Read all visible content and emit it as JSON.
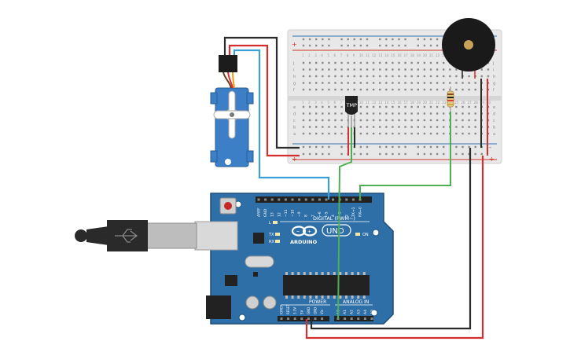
{
  "labels": {
    "sensor": "TMP",
    "board_brand": "ARDUINO",
    "board_model": "UNO",
    "digital_header": "DIGITAL (PWM~)",
    "power_header": "POWER",
    "analog_header": "ANALOG IN",
    "on_led": "ON",
    "l_led": "L",
    "tx_led": "TX",
    "rx_led": "RX",
    "digital_pins": [
      "AREF",
      "GND",
      "13",
      "12",
      "~11",
      "~10",
      "~9",
      "8",
      "7",
      "~6",
      "~5",
      "4",
      "~3",
      "2",
      "TX→1",
      "RX←0"
    ],
    "power_pins": [
      "IOREF",
      "RESET",
      "3.3V",
      "5V",
      "GND",
      "GND",
      "Vin"
    ],
    "analog_pins": [
      "A0",
      "A1",
      "A2",
      "A3",
      "A4",
      "A5"
    ],
    "bb_rows_top": [
      "j",
      "i",
      "h",
      "g",
      "f"
    ],
    "bb_rows_bottom": [
      "e",
      "d",
      "c",
      "b",
      "a"
    ],
    "bb_cols": [
      "1",
      "2",
      "3",
      "4",
      "5",
      "6",
      "7",
      "8",
      "9",
      "10",
      "11",
      "12",
      "13",
      "14",
      "15",
      "16",
      "17",
      "18",
      "19",
      "20",
      "21",
      "22",
      "23",
      "24",
      "25",
      "26",
      "27",
      "28",
      "29",
      "30"
    ],
    "rail_plus": "+",
    "rail_minus": "-"
  },
  "colors": {
    "board": "#2f6fa8",
    "board_edge": "#1f4f7e",
    "breadboard": "#e6e6e6",
    "rail_red": "#d0342c",
    "rail_blue": "#2e6fb0",
    "wire_red": "#d32f2f",
    "wire_black": "#2b2b2b",
    "wire_blue": "#3aa0d8",
    "wire_green": "#4caf50",
    "servo_body": "#3c7fc7",
    "buzzer": "#1a1a1a"
  }
}
